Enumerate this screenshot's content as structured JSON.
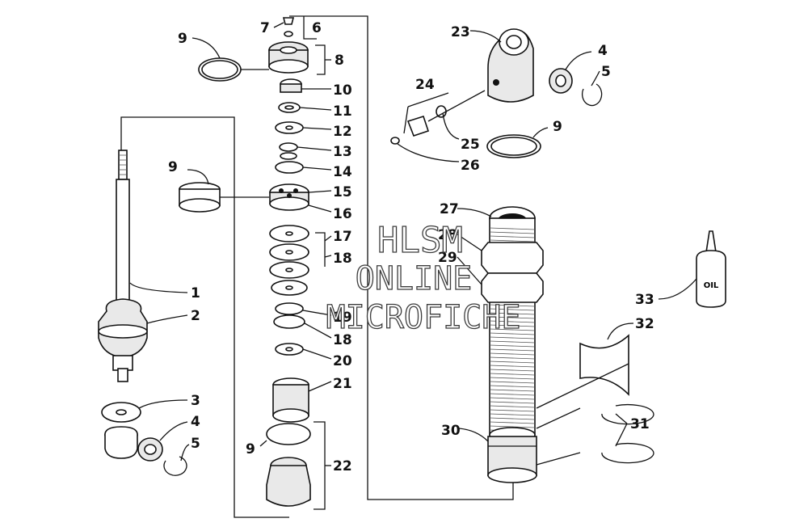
{
  "labels": {
    "l1": "1",
    "l2": "2",
    "l3": "3",
    "l4a": "4",
    "l5a": "5",
    "l6": "6",
    "l7": "7",
    "l8": "8",
    "l9a": "9",
    "l9b": "9",
    "l9c": "9",
    "l9d": "9",
    "l10": "10",
    "l11": "11",
    "l12": "12",
    "l13": "13",
    "l14": "14",
    "l15": "15",
    "l16": "16",
    "l17": "17",
    "l18a": "18",
    "l18b": "18",
    "l19": "19",
    "l20": "20",
    "l21": "21",
    "l22": "22",
    "l23": "23",
    "l4b": "4",
    "l5b": "5",
    "l24": "24",
    "l25": "25",
    "l26": "26",
    "l27": "27",
    "l28": "28",
    "l29": "29",
    "l30": "30",
    "l31": "31",
    "l32": "32",
    "l33": "33"
  },
  "bottle_text": "OIL",
  "watermark": {
    "line1": "HLSM",
    "line2": "ONLINE",
    "line3": "MICROFICHE"
  },
  "colors": {
    "ink": "#111111",
    "paper": "#ffffff",
    "watermark": "#3c3c3c"
  }
}
